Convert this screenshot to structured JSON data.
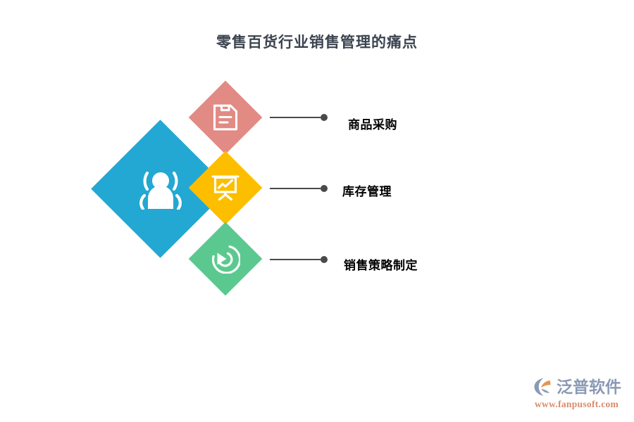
{
  "page": {
    "title": "零售百货行业销售管理的痛点",
    "background_color": "#ffffff",
    "title_color": "#3c4450"
  },
  "center": {
    "icon": "people-icon",
    "color": "#22a8d2"
  },
  "items": [
    {
      "label": "商品采购",
      "icon": "save-document-icon",
      "color": "#e28a84",
      "label_color": "#000000"
    },
    {
      "label": "库存管理",
      "icon": "presentation-chart-icon",
      "color": "#fdbe00",
      "label_color": "#000000"
    },
    {
      "label": "销售策略制定",
      "icon": "target-chevron-icon",
      "color": "#5bc98f",
      "label_color": "#000000"
    }
  ],
  "connector": {
    "color": "#4a4a4a"
  },
  "footer": {
    "brand": "泛普软件",
    "url": "www.fanpusoft.com",
    "brand_color": "#8a9ab5",
    "url_color": "#d98b6a",
    "mark_colors": [
      "#8a9ab5",
      "#e8944f"
    ]
  }
}
